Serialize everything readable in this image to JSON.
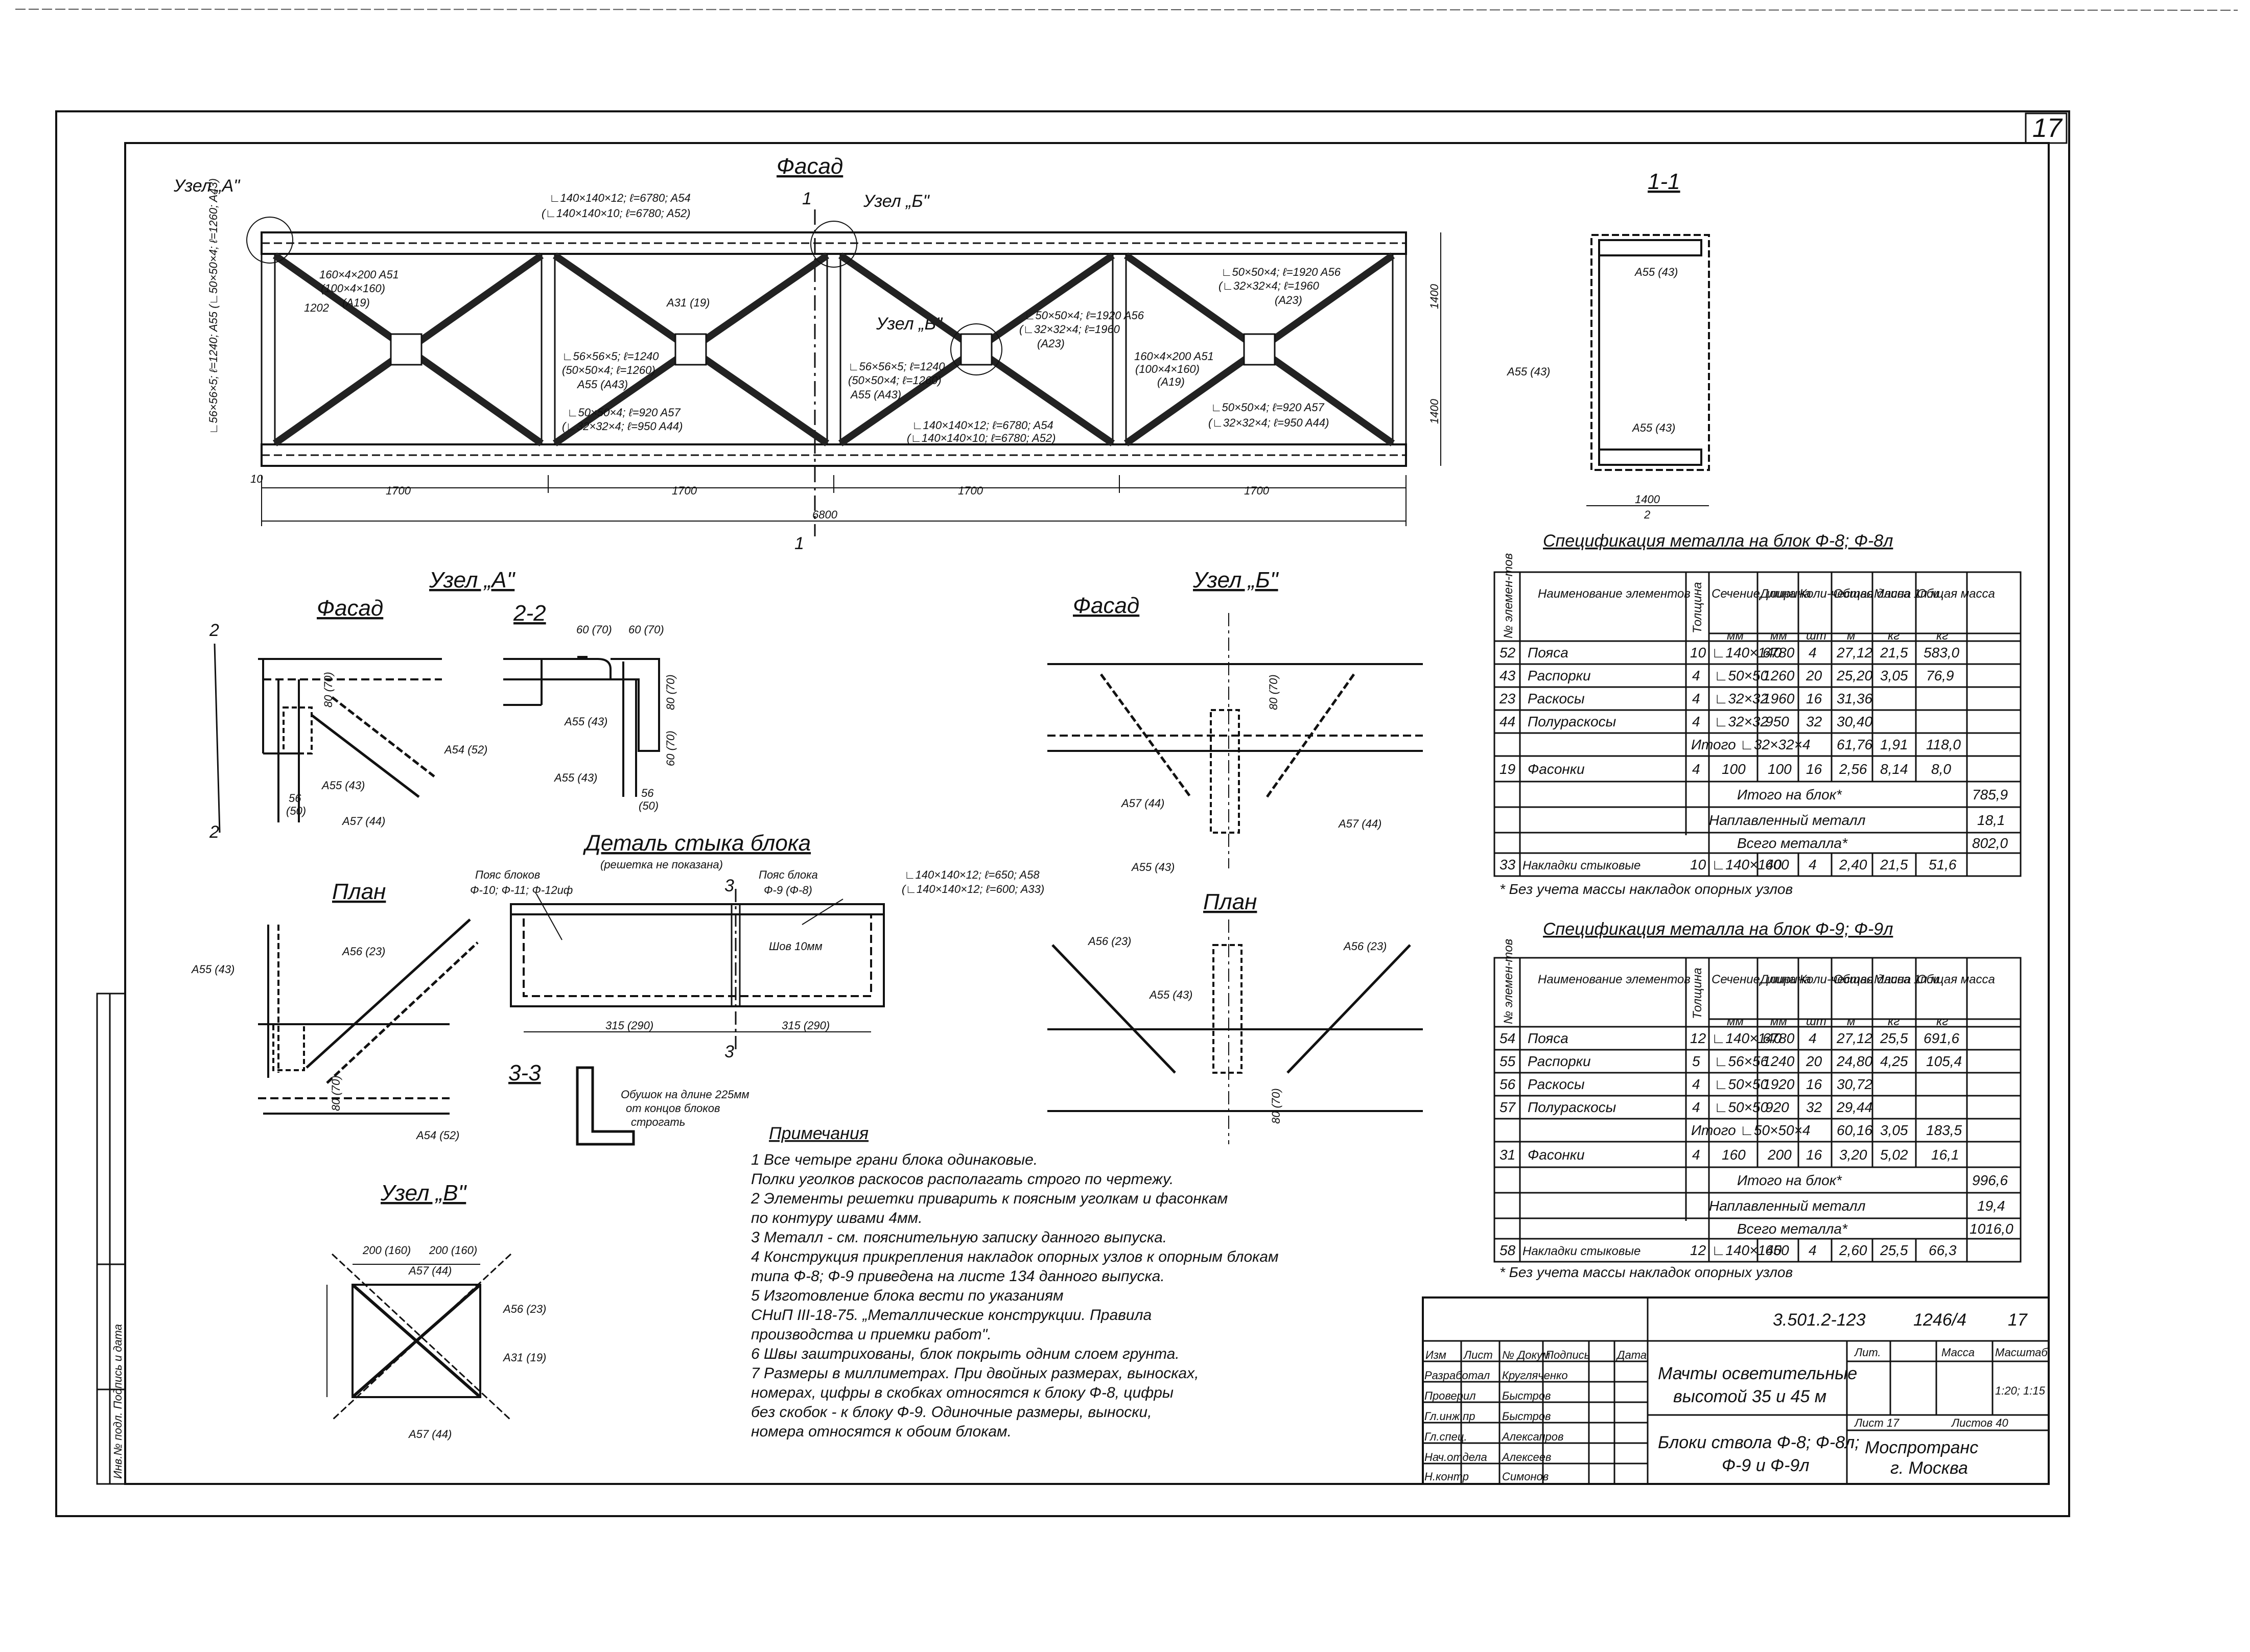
{
  "sheet": {
    "page_number": "17",
    "main_view_title": "Фасад",
    "section_title": "1-1",
    "node_a_title": "Узел „А\"",
    "node_b_title": "Узел „Б\"",
    "node_v_title": "Узел „В\"",
    "sub_facade": "Фасад",
    "sub_plan": "План",
    "section_22": "2-2",
    "section_33": "3-3",
    "joint_detail_title": "Деталь стыка блока",
    "joint_detail_subtitle": "(решетка не показана)"
  },
  "facade": {
    "node_a_callout": "Узел „А\"",
    "node_b_callout": "Узел „Б\"",
    "node_v_callout": "Узел „В\"",
    "section_mark": "1",
    "top_chord_label_1": "∟140×140×12; ℓ=6780; A54",
    "top_chord_label_2": "(∟140×140×10; ℓ=6780; A52)",
    "bottom_chord_label_1": "∟140×140×12; ℓ=6780; A54",
    "bottom_chord_label_2": "(∟140×140×10; ℓ=6780; A52)",
    "plate_label_1": "160×4×200 A51",
    "plate_label_2": "(100×4×160)",
    "plate_label_3": "(A19)",
    "brace_label_1": "∟56×56×5; ℓ=1240",
    "brace_label_2": "(50×50×4; ℓ=1260)",
    "brace_label_3": "A55 (A43)",
    "diag_label_1": "∟50×50×4; ℓ=1920 A56",
    "diag_label_2": "(∟32×32×4; ℓ=1960",
    "diag_label_3": "(A23)",
    "half_diag_1": "∟50×50×4; ℓ=920 A57",
    "half_diag_2": "(∟32×32×4; ℓ=950 A44)",
    "a31": "A31 (19)",
    "left_vertical_label": "∟56×56×5; ℓ=1240; A55 (∟50×50×4; ℓ=1260; A43)",
    "dim_1700_a": "1700",
    "dim_1700_b": "1700",
    "dim_1700_c": "1700",
    "dim_1700_d": "1700",
    "dim_total": "6800",
    "dim_1400_top": "1400",
    "dim_1400_bot": "1400",
    "dim_2": "2",
    "dim_10": "10",
    "dim_1202": "1202"
  },
  "section11": {
    "a55_top": "A55 (43)",
    "a55_left": "A55 (43)",
    "a55_bot": "A55 (43)",
    "dim_1400": "1400",
    "dim_2": "2"
  },
  "spec1": {
    "title": "Спецификация металла на блок Ф-8; Ф-8л",
    "headers": [
      "№ элемен-тов",
      "Наименование элементов",
      "Толщина",
      "Сечение, ширина",
      "Длина",
      "Коли-чество",
      "Общая длина",
      "Масса 1п.м",
      "Общая масса"
    ],
    "units": [
      "",
      "",
      "",
      "мм",
      "мм",
      "шт",
      "м",
      "кг",
      "кг"
    ],
    "rows": [
      [
        "52",
        "Пояса",
        "10",
        "∟140×140",
        "6780",
        "4",
        "27,12",
        "21,5",
        "583,0"
      ],
      [
        "43",
        "Распорки",
        "4",
        "∟50×50",
        "1260",
        "20",
        "25,20",
        "3,05",
        "76,9"
      ],
      [
        "23",
        "Раскосы",
        "4",
        "∟32×32",
        "1960",
        "16",
        "31,36",
        "",
        ""
      ],
      [
        "44",
        "Полураскосы",
        "4",
        "∟32×32",
        "950",
        "32",
        "30,40",
        "",
        ""
      ]
    ],
    "subtotal1": [
      "Итого ∟32×32×4",
      "61,76",
      "1,91",
      "118,0"
    ],
    "row19": [
      "19",
      "Фасонки",
      "4",
      "100",
      "100",
      "16",
      "2,56",
      "8,14",
      "8,0"
    ],
    "total_block": [
      "Итого на блок*",
      "785,9"
    ],
    "weld": [
      "Наплавленный металл",
      "18,1"
    ],
    "grand": [
      "Всего металла*",
      "802,0"
    ],
    "row33": [
      "33",
      "Накладки стыковые",
      "10",
      "∟140×140",
      "600",
      "4",
      "2,40",
      "21,5",
      "51,6"
    ],
    "footnote": "* Без учета массы накладок опорных узлов"
  },
  "spec2": {
    "title": "Спецификация металла на блок Ф-9; Ф-9л",
    "headers": [
      "№ элемен-тов",
      "Наименование элементов",
      "Толщина",
      "Сечение, ширина",
      "Длина",
      "Коли-чество",
      "Общая длина",
      "Масса 1п.м",
      "Общая масса"
    ],
    "units": [
      "",
      "",
      "",
      "мм",
      "мм",
      "шт",
      "м",
      "кг",
      "кг"
    ],
    "rows": [
      [
        "54",
        "Пояса",
        "12",
        "∟140×140",
        "6780",
        "4",
        "27,12",
        "25,5",
        "691,6"
      ],
      [
        "55",
        "Распорки",
        "5",
        "∟56×56",
        "1240",
        "20",
        "24,80",
        "4,25",
        "105,4"
      ],
      [
        "56",
        "Раскосы",
        "4",
        "∟50×50",
        "1920",
        "16",
        "30,72",
        "",
        ""
      ],
      [
        "57",
        "Полураскосы",
        "4",
        "∟50×50",
        "920",
        "32",
        "29,44",
        "",
        ""
      ]
    ],
    "subtotal1": [
      "Итого ∟50×50×4",
      "60,16",
      "3,05",
      "183,5"
    ],
    "row31": [
      "31",
      "Фасонки",
      "4",
      "160",
      "200",
      "16",
      "3,20",
      "5,02",
      "16,1"
    ],
    "total_block": [
      "Итого на блок*",
      "996,6"
    ],
    "weld": [
      "Наплавленный металл",
      "19,4"
    ],
    "grand": [
      "Всего металла*",
      "1016,0"
    ],
    "row58": [
      "58",
      "Накладки стыковые",
      "12",
      "∟140×140",
      "650",
      "4",
      "2,60",
      "25,5",
      "66,3"
    ],
    "footnote": "* Без учета массы накладок опорных узлов"
  },
  "node_a": {
    "a54": "A54 (52)",
    "a55": "A55 (43)",
    "a57": "A57 (44)",
    "dim_56": "56",
    "dim_50": "(50)",
    "dim_80": "80 (70)",
    "a55_plan": "A55 (43)",
    "a56_plan": "A56 (23)",
    "a54_plan": "A54 (52)",
    "mark_2": "2"
  },
  "sec22": {
    "a55_a": "A55 (43)",
    "a55_b": "A55 (43)",
    "dim_60": "60 (70)",
    "dim_80": "80 (70)",
    "dim_56": "56",
    "dim_50": "(50)"
  },
  "joint": {
    "left_label_1": "Пояс блоков",
    "left_label_2": "Ф-10; Ф-11; Ф-12иф",
    "mid_label_1": "Пояс блока",
    "mid_label_2": "Ф-9 (Ф-8)",
    "right_label_1": "∟140×140×12; ℓ=650; A58",
    "right_label_2": "(∟140×140×12; ℓ=600; A33)",
    "weld_label": "Шов 10мм",
    "dim_left": "315 (290)",
    "dim_right": "315 (290)",
    "mark_3": "3",
    "bend_note_1": "Обушок на длине 225мм",
    "bend_note_2": "от концов блоков",
    "bend_note_3": "строгать"
  },
  "node_b": {
    "a57": "A57 (44)",
    "a57_r": "A57 (44)",
    "a55": "A55 (43)",
    "a56_l": "A56 (23)",
    "a56_r": "A56 (23)",
    "a55_plan": "A55 (43)",
    "dim_80": "80 (70)"
  },
  "node_v": {
    "dim_200_l": "200 (160)",
    "dim_200_r": "200 (160)",
    "a57_top": "A57 (44)",
    "a56": "A56 (23)",
    "a31": "A31 (19)",
    "a57_bot": "A57 (44)"
  },
  "notes": {
    "title": "Примечания",
    "items": [
      "1  Все четыре грани блока одинаковые.",
      "   Полки уголков раскосов располагать строго по чертежу.",
      "2  Элементы решетки приварить к поясным уголкам и фасонкам",
      "   по контуру швами 4мм.",
      "3  Металл - см. пояснительную записку данного выпуска.",
      "4  Конструкция прикрепления накладок опорных узлов к опорным блокам",
      "   типа Ф-8; Ф-9 приведена на листе 134 данного выпуска.",
      "5  Изготовление блока вести по указаниям",
      "   СНиП III-18-75. „Металлические конструкции. Правила",
      "   производства и приемки работ\".",
      "6  Швы заштрихованы, блок покрыть одним слоем грунта.",
      "7  Размеры в миллиметрах. При двойных размерах, выносках,",
      "   номерах, цифры в скобках относятся к блоку Ф-8, цифры",
      "   без скобок - к блоку Ф-9. Одиночные размеры, выноски,",
      "   номера относятся к обоим блокам."
    ]
  },
  "stamp": {
    "code": "3.501.2-123",
    "sheet_code": "1246/4",
    "sheet_no": "17",
    "col_headers": [
      "Изм",
      "Лист",
      "№ Докум",
      "Подпись",
      "Дата"
    ],
    "roles": [
      "Разработал",
      "Проверил",
      "Гл.инж.пр",
      "Гл.спец.",
      "Нач.отдела",
      "Н.контр"
    ],
    "names": [
      "Кругляченко",
      "Быстров",
      "Быстров",
      "Алексапров",
      "Алексеев",
      "Симонов"
    ],
    "project_title_1": "Мачты осветительные",
    "project_title_2": "высотой 35 и 45 м",
    "drawing_title_1": "Блоки ствола Ф-8; Ф-8л;",
    "drawing_title_2": "Ф-9 и Ф-9л",
    "lit": "Лит.",
    "mass": "Масса",
    "scale": "Масштаб",
    "scale_value": "1:20; 1:15",
    "sheet_label": "Лист 17",
    "sheets_label": "Листов 40",
    "org_1": "Моспротранс",
    "org_2": "г. Москва"
  },
  "side_stamp": {
    "text": "Инв.№ подл.  Подпись и дата"
  }
}
